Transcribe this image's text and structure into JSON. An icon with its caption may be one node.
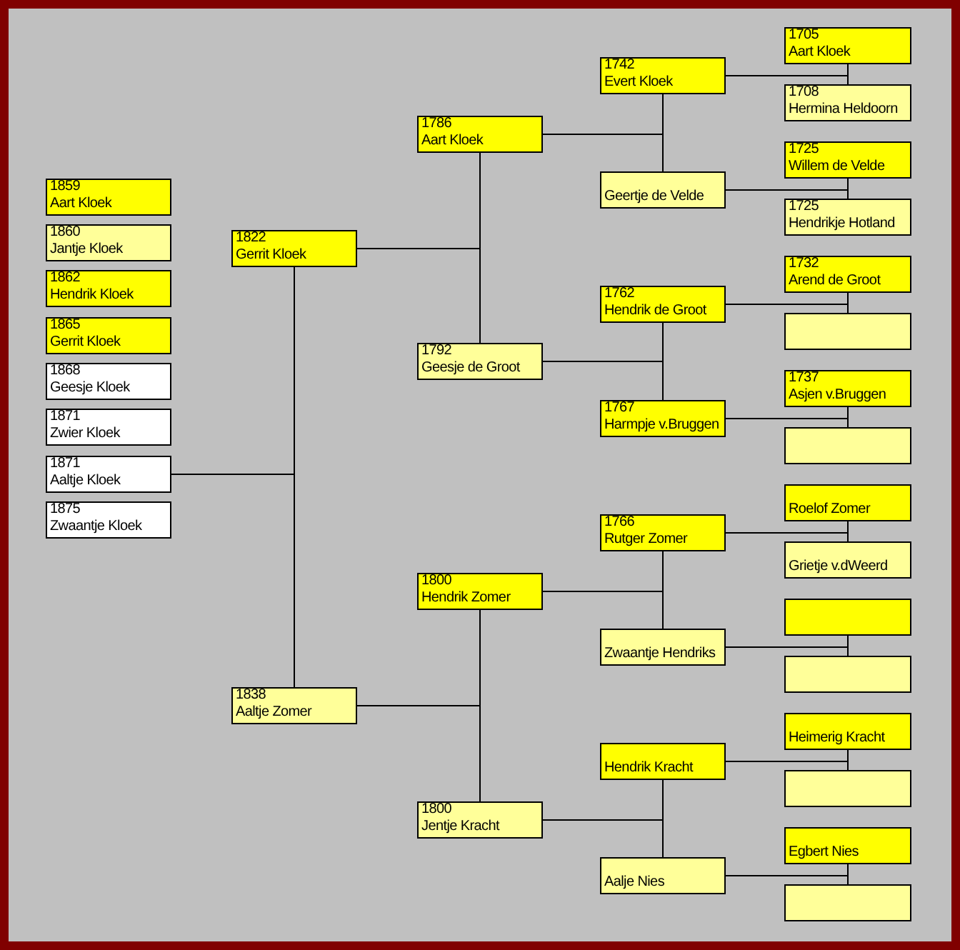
{
  "diagram": {
    "nodes": [
      {
        "text": [
          "1859",
          "Aart Kloek"
        ]
      },
      {
        "text": [
          "1860",
          "Jantje Kloek"
        ]
      },
      {
        "text": [
          "1862",
          "Hendrik Kloek"
        ]
      },
      {
        "text": [
          "1865",
          "Gerrit Kloek"
        ]
      },
      {
        "text": [
          "1868",
          "Geesje Kloek"
        ]
      },
      {
        "text": [
          "1871",
          "Zwier Kloek"
        ]
      },
      {
        "text": [
          "1871",
          "Aaltje Kloek"
        ]
      },
      {
        "text": [
          "1875",
          "Zwaantje Kloek"
        ]
      },
      {
        "text": [
          "1822",
          "Gerrit Kloek"
        ]
      },
      {
        "text": [
          "1838",
          "Aaltje Zomer"
        ]
      },
      {
        "text": [
          "1786",
          "Aart Kloek"
        ]
      },
      {
        "text": [
          "1792",
          "Geesje de Groot"
        ]
      },
      {
        "text": [
          "1800",
          "Hendrik Zomer"
        ]
      },
      {
        "text": [
          "1800",
          "Jentje Kracht"
        ]
      },
      {
        "text": [
          "1742",
          "Evert Kloek"
        ]
      },
      {
        "text": [
          "Geertje de Velde"
        ]
      },
      {
        "text": [
          "1762",
          "Hendrik de Groot"
        ]
      },
      {
        "text": [
          "1767",
          "Harmpje v.Bruggen"
        ]
      },
      {
        "text": [
          "1766",
          "Rutger Zomer"
        ]
      },
      {
        "text": [
          "Zwaantje Hendriks"
        ]
      },
      {
        "text": [
          "Hendrik Kracht"
        ]
      },
      {
        "text": [
          "Aalje Nies"
        ]
      },
      {
        "text": [
          "1705",
          "Aart Kloek"
        ]
      },
      {
        "text": [
          "1708",
          "Hermina Heldoorn"
        ]
      },
      {
        "text": [
          "1725",
          "Willem de Velde"
        ]
      },
      {
        "text": [
          "1725",
          "Hendrikje Hotland"
        ]
      },
      {
        "text": [
          "1732",
          "Arend de Groot"
        ]
      },
      {
        "text": [],
        "shape": "box"
      },
      {
        "text": [
          "1737",
          "Asjen v.Bruggen"
        ]
      },
      {
        "text": [],
        "shape": "box"
      },
      {
        "text": [
          "Roelof Zomer"
        ]
      },
      {
        "text": [
          "Grietje v.dWeerd"
        ]
      },
      {
        "text": [],
        "shape": "box"
      },
      {
        "text": [],
        "shape": "box"
      },
      {
        "text": [
          "Heimerig Kracht"
        ]
      },
      {
        "text": [],
        "shape": "box"
      },
      {
        "text": [
          "Egbert Nies"
        ]
      },
      {
        "text": [],
        "shape": "box"
      }
    ],
    "edges": [
      {
        "from": 6,
        "to": 8,
        "arrow": "none"
      },
      {
        "from": 6,
        "to": 9,
        "arrow": "none"
      },
      {
        "from": 8,
        "to": 10,
        "arrow": "none"
      },
      {
        "from": 8,
        "to": 11,
        "arrow": "none"
      },
      {
        "from": 9,
        "to": 12,
        "arrow": "none"
      },
      {
        "from": 9,
        "to": 13,
        "arrow": "none"
      },
      {
        "from": 10,
        "to": 14,
        "arrow": "none"
      },
      {
        "from": 10,
        "to": 15,
        "arrow": "none"
      },
      {
        "from": 11,
        "to": 16,
        "arrow": "none"
      },
      {
        "from": 11,
        "to": 17,
        "arrow": "none"
      },
      {
        "from": 12,
        "to": 18,
        "arrow": "none"
      },
      {
        "from": 12,
        "to": 19,
        "arrow": "none"
      },
      {
        "from": 13,
        "to": 20,
        "arrow": "none"
      },
      {
        "from": 13,
        "to": 21,
        "arrow": "none"
      },
      {
        "from": 14,
        "to": 22,
        "arrow": "none"
      },
      {
        "from": 14,
        "to": 23,
        "arrow": "none"
      },
      {
        "from": 15,
        "to": 24,
        "arrow": "none"
      },
      {
        "from": 15,
        "to": 25,
        "arrow": "none"
      },
      {
        "from": 16,
        "to": 26,
        "arrow": "none"
      },
      {
        "from": 16,
        "to": 27,
        "arrow": "none"
      },
      {
        "from": 17,
        "to": 28,
        "arrow": "none"
      },
      {
        "from": 17,
        "to": 29,
        "arrow": "none"
      },
      {
        "from": 18,
        "to": 30,
        "arrow": "none"
      },
      {
        "from": 18,
        "to": 31,
        "arrow": "none"
      },
      {
        "from": 19,
        "to": 32,
        "arrow": "none"
      },
      {
        "from": 19,
        "to": 33,
        "arrow": "none"
      },
      {
        "from": 20,
        "to": 34,
        "arrow": "none"
      },
      {
        "from": 20,
        "to": 35,
        "arrow": "none"
      },
      {
        "from": 21,
        "to": 36,
        "arrow": "none"
      },
      {
        "from": 21,
        "to": 37,
        "arrow": "none"
      }
    ]
  }
}
